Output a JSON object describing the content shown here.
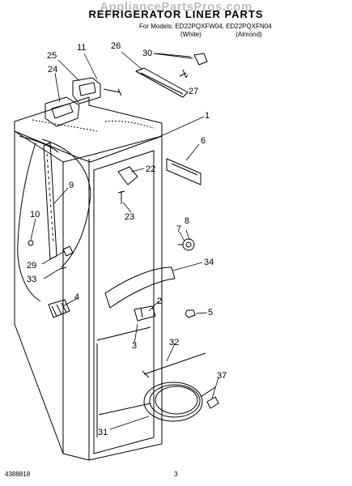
{
  "header": {
    "watermark": "AppliancePartsPros.com",
    "title": "REFRIGERATOR LINER PARTS",
    "models_prefix": "For Models:",
    "model_1": "ED22PQXFW04,",
    "model_2": "ED22PQXFN04",
    "variant_1": "(White)",
    "variant_2": "(Almond)"
  },
  "callouts": [
    "30",
    "26",
    "11",
    "25",
    "24",
    "27",
    "1",
    "6",
    "22",
    "9",
    "10",
    "23",
    "8",
    "7",
    "34",
    "29",
    "33",
    "2",
    "4",
    "5",
    "3",
    "32",
    "37",
    "31"
  ],
  "footer": {
    "doc_number": "4388818",
    "page_number": "3"
  }
}
